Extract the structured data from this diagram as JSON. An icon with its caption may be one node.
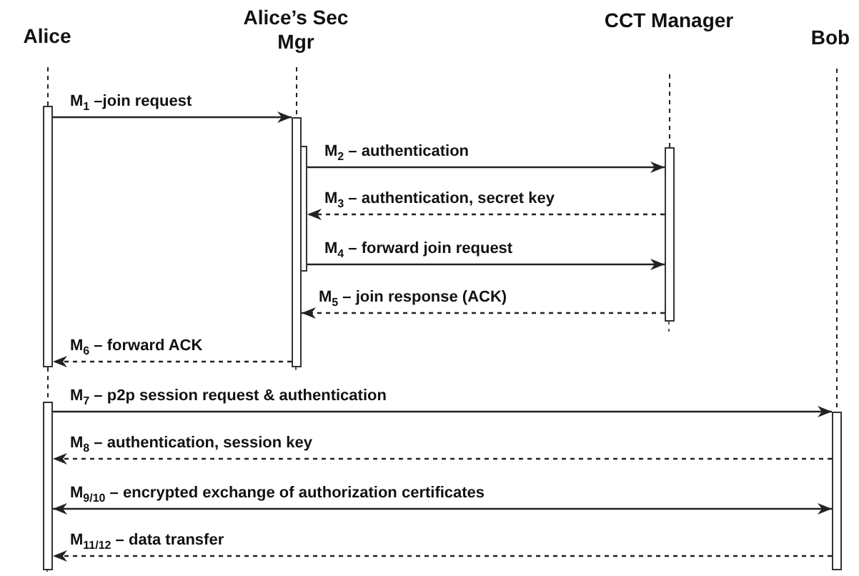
{
  "diagram": {
    "nodes": [
      {
        "text": [
          "Alice"
        ]
      },
      {
        "text": [
          "Alice’s Sec Mgr"
        ]
      },
      {
        "text": [
          "CCT Manager"
        ]
      },
      {
        "text": [
          "Bob"
        ]
      },
      {
        "text": [],
        "shape": "bar"
      },
      {
        "text": [],
        "shape": "bar"
      },
      {
        "text": [],
        "shape": "bar"
      },
      {
        "text": [],
        "shape": "bar"
      },
      {
        "text": [],
        "shape": "bar"
      },
      {
        "text": [],
        "shape": "bar"
      }
    ],
    "edges": [
      {
        "from": 4,
        "to": 5,
        "arrow": "to",
        "label": "M$_{1}$ –join request"
      },
      {
        "from": 6,
        "to": 7,
        "arrow": "to",
        "label": "M$_{2}$ – authentication"
      },
      {
        "from": 7,
        "to": 6,
        "arrow": "to",
        "label": "M$_{3}$ – authentication, secret key",
        "style": "dashed"
      },
      {
        "from": 6,
        "to": 7,
        "arrow": "to",
        "label": "M$_{4}$ – forward join request"
      },
      {
        "from": 7,
        "to": 5,
        "arrow": "to",
        "label": "M$_{5}$ – join response (ACK)",
        "style": "dashed"
      },
      {
        "from": 5,
        "to": 4,
        "arrow": "to",
        "label": "M$_{6}$ – forward ACK",
        "style": "dashed"
      },
      {
        "from": 8,
        "to": 9,
        "arrow": "to",
        "label": "M$_{7}$ – p2p session request & authentication"
      },
      {
        "from": 9,
        "to": 8,
        "arrow": "to",
        "label": "M$_{8}$ – authentication, session key",
        "style": "dashed"
      },
      {
        "from": 8,
        "to": 9,
        "arrow": "both",
        "label": "M$_{9/10}$ – encrypted exchange of authorization certificates"
      },
      {
        "from": 9,
        "to": 8,
        "arrow": "to",
        "label": "M$_{11/12}$ – data transfer",
        "style": "dashed"
      },
      {
        "from": 0,
        "to": 4,
        "arrow": "none",
        "style": "dashed"
      },
      {
        "from": 4,
        "to": 8,
        "arrow": "none",
        "style": "dashed"
      },
      {
        "from": 1,
        "to": 5,
        "arrow": "none",
        "style": "dashed"
      },
      {
        "from": 2,
        "to": 7,
        "arrow": "none",
        "style": "dashed"
      },
      {
        "from": 3,
        "to": 9,
        "arrow": "none",
        "style": "dashed"
      }
    ]
  }
}
